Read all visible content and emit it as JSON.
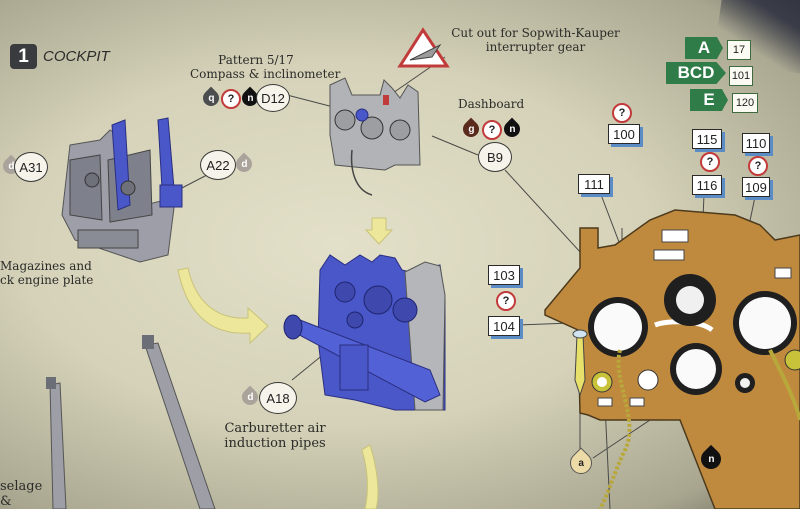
{
  "step": {
    "number": "1",
    "title": "COCKPIT"
  },
  "labels": {
    "pattern": "Pattern 5/17",
    "compass": "Compass & inclinometer",
    "cutout_line1": "Cut out for Sopwith-Kauper",
    "cutout_line2": "interrupter gear",
    "dashboard": "Dashboard",
    "magazines_line1": "Magazines and",
    "magazines_line2": "ck engine plate",
    "carb_line1": "Carburetter air",
    "carb_line2": "induction pipes",
    "fuselage_line1": "selage",
    "fuselage_line2": "&"
  },
  "parts": {
    "a31": "A31",
    "a22": "A22",
    "d12": "D12",
    "b9": "B9",
    "a18": "A18"
  },
  "paint_codes": {
    "d": "d",
    "q": "q",
    "n": "n",
    "g": "g",
    "a": "a",
    "unknown": "?"
  },
  "color_refs": {
    "c100": "100",
    "c115": "115",
    "c116": "116",
    "c110": "110",
    "c109": "109",
    "c111": "111",
    "c103": "103",
    "c104": "104"
  },
  "legend": [
    {
      "letter": "A",
      "number": "17",
      "color": "#2f7c48"
    },
    {
      "letter": "BCD",
      "number": "101",
      "color": "#2f7c48"
    },
    {
      "letter": "E",
      "number": "120",
      "color": "#2f7c48"
    }
  ],
  "colors": {
    "dashboard_wood": "#c08a3e",
    "part_blue": "#4a57c9",
    "arrow_yellow": "#ece79a",
    "accent_red": "#c23b3b",
    "flag_green": "#2f7c48"
  }
}
